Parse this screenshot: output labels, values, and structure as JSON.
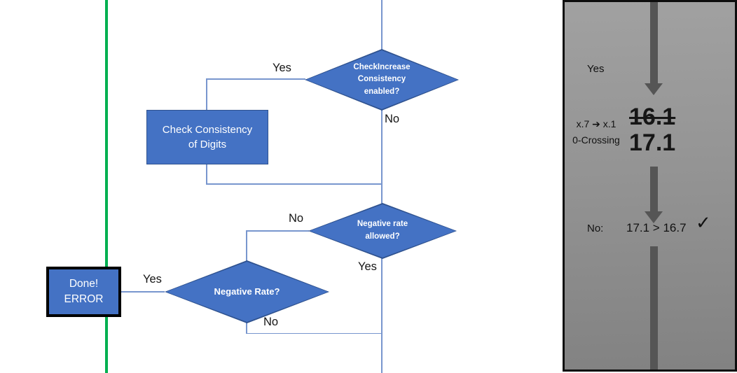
{
  "colors": {
    "node_fill": "#4472C4",
    "node_border": "#2F528F",
    "connector": "#7896CE",
    "green_line": "#00B050",
    "panel_arrow": "#555555",
    "panel_border": "#0D0D0D"
  },
  "flowchart": {
    "decision_check_increase": {
      "lines": [
        "CheckIncrease",
        "Consistency",
        "enabled?"
      ]
    },
    "process_check_consistency": {
      "lines": [
        "Check Consistency",
        "of Digits"
      ]
    },
    "decision_negative_rate_allowed": {
      "lines": [
        "Negative rate",
        "allowed?"
      ]
    },
    "decision_negative_rate": {
      "lines": [
        "Negative Rate?"
      ]
    },
    "terminal_done_error": {
      "lines": [
        "Done!",
        "ERROR"
      ]
    },
    "labels": {
      "check_increase_yes": "Yes",
      "check_increase_no": "No",
      "negative_allowed_no": "No",
      "negative_allowed_yes": "Yes",
      "negative_rate_yes": "Yes",
      "negative_rate_no": "No"
    }
  },
  "side_panel": {
    "yes_label": "Yes",
    "mapping_line1": "x.7 ➔ x.1",
    "mapping_line2": "0-Crossing",
    "old_value": "16.1",
    "new_value": "17.1",
    "no_label": "No:",
    "comparison": "17.1 > 16.7",
    "checkmark": "✓"
  }
}
